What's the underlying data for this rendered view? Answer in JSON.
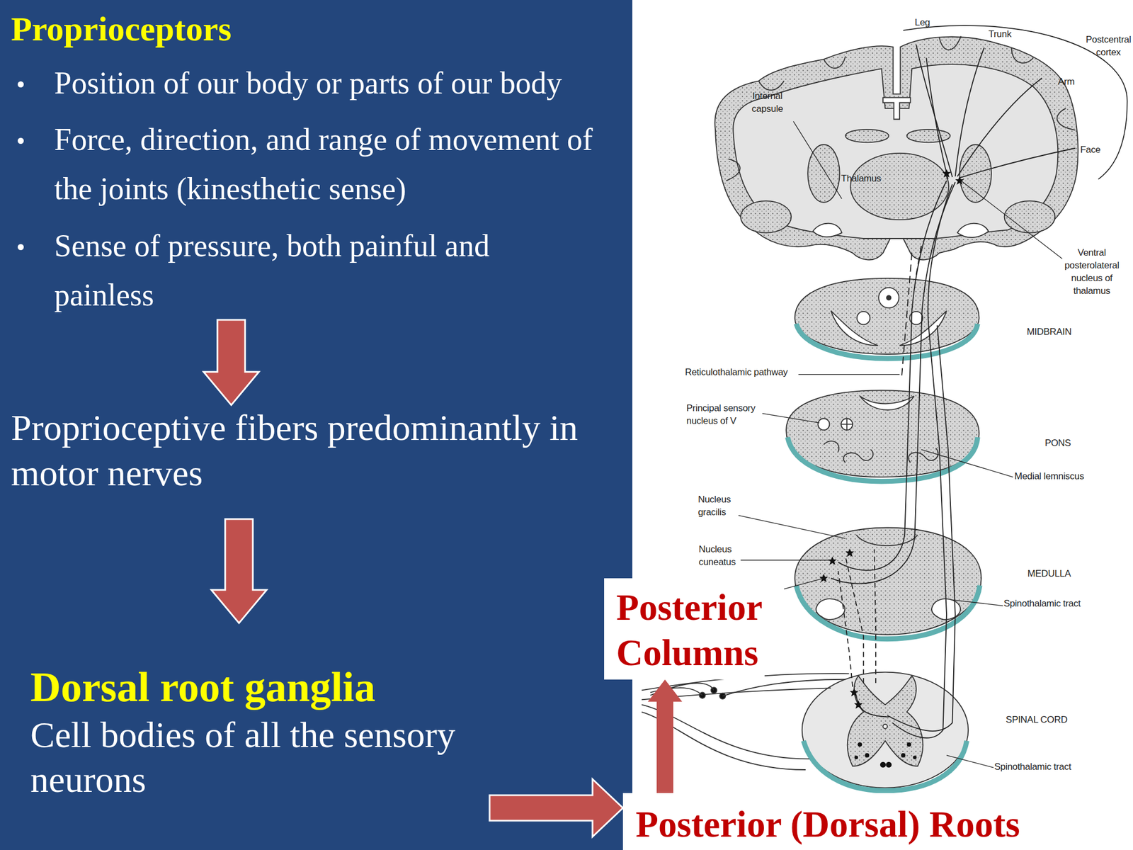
{
  "diagram": {
    "nodes": [
      {
        "text": [
          "Proprioceptors",
          "Position of our body or parts of our body",
          "Force, direction, and range of movement of the joints (kinesthetic sense)",
          "Sense of pressure, both painful and painless"
        ]
      },
      {
        "text": [
          "Proprioceptive fibers predominantly in motor nerves"
        ]
      },
      {
        "text": [
          "Dorsal root ganglia",
          "Cell bodies of all the sensory neurons"
        ]
      },
      {
        "text": [
          "Posterior Columns"
        ]
      },
      {
        "text": [
          "Posterior (Dorsal) Roots"
        ]
      }
    ],
    "edges": [
      {
        "from": 0,
        "to": 1,
        "arrow": "to"
      },
      {
        "from": 1,
        "to": 2,
        "arrow": "to"
      },
      {
        "from": 2,
        "to": 4,
        "arrow": "to"
      },
      {
        "from": 4,
        "to": 3,
        "arrow": "to"
      }
    ],
    "labels": [
      "Leg",
      "Trunk",
      "Postcentral cortex",
      "Internal capsule",
      "Arm",
      "Face",
      "Thalamus",
      "Ventral posterolateral nucleus of thalamus",
      "MIDBRAIN",
      "Reticulothalamic pathway",
      "Principal sensory nucleus of V",
      "PONS",
      "Medial lemniscus",
      "Nucleus gracilis",
      "Nucleus cuneatus",
      "MEDULLA",
      "Spinothalamic tract",
      "SPINAL CORD",
      "Spinothalamic tract"
    ]
  }
}
